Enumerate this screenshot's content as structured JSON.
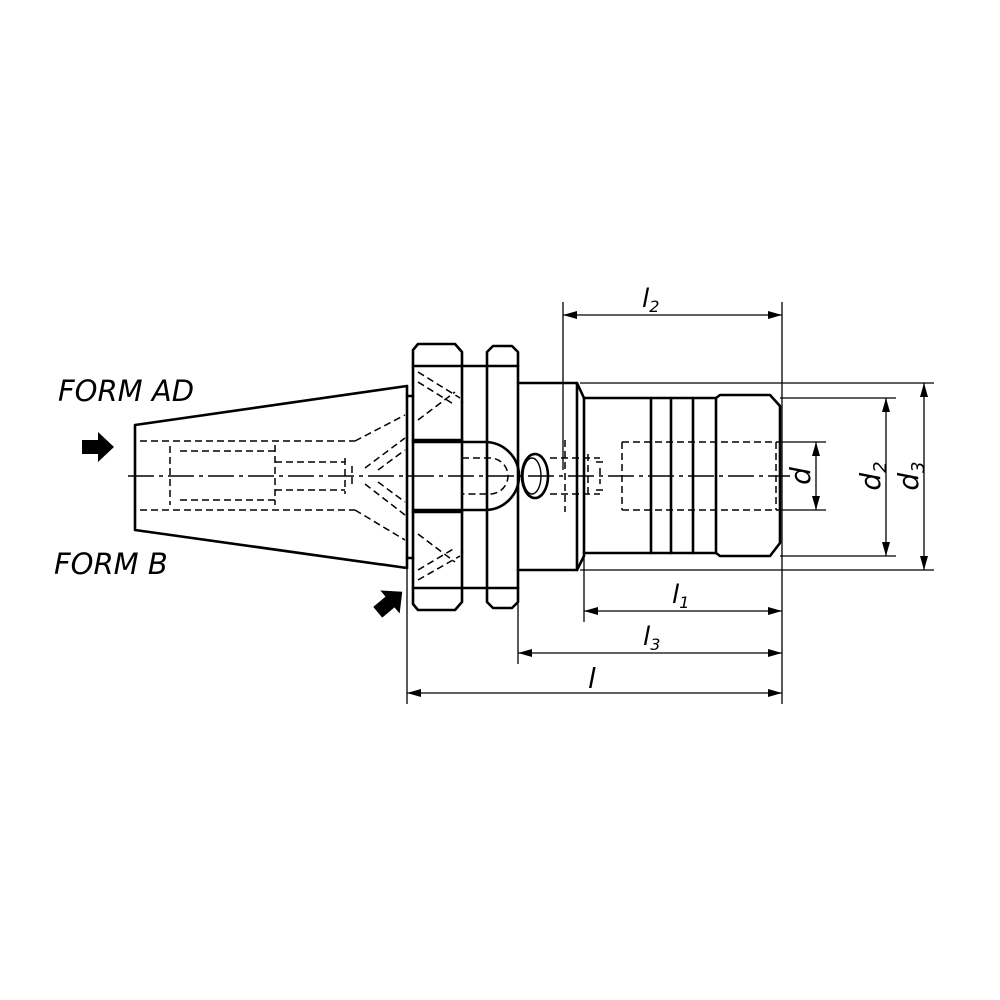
{
  "labels": {
    "form_ad": "FORM AD",
    "form_b": "FORM B"
  },
  "dimensions": {
    "l2": "l",
    "l2_sub": "2",
    "l1": "l",
    "l1_sub": "1",
    "l3": "l",
    "l3_sub": "3",
    "l": "l",
    "d": "d",
    "d2": "d",
    "d2_sub": "2",
    "d3": "d",
    "d3_sub": "3"
  }
}
